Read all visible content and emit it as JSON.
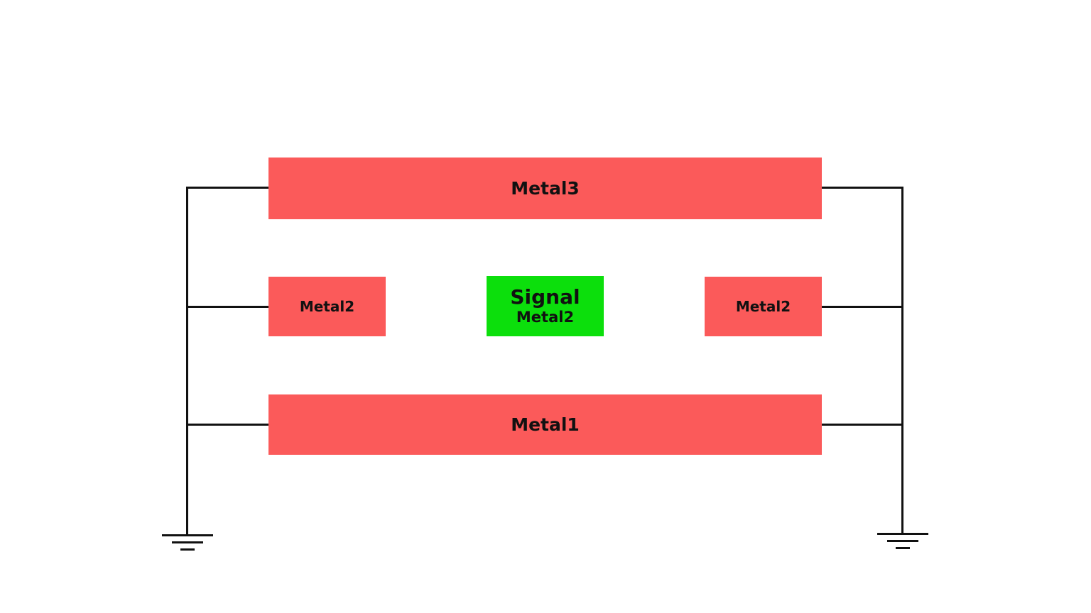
{
  "diagram": {
    "title": "metal-shielding-cross-section",
    "colors": {
      "background": "#ffffff",
      "metal_fill": "#fb5a5a",
      "signal_fill": "#0cdf0c",
      "wire": "#111111",
      "text": "#111111"
    },
    "blocks": {
      "metal3": {
        "label": "Metal3"
      },
      "metal2_left": {
        "label": "Metal2"
      },
      "signal": {
        "title": "Signal",
        "subtitle": "Metal2"
      },
      "metal2_right": {
        "label": "Metal2"
      },
      "metal1": {
        "label": "Metal1"
      }
    },
    "grounds": {
      "left": "earth-ground",
      "right": "earth-ground"
    }
  }
}
